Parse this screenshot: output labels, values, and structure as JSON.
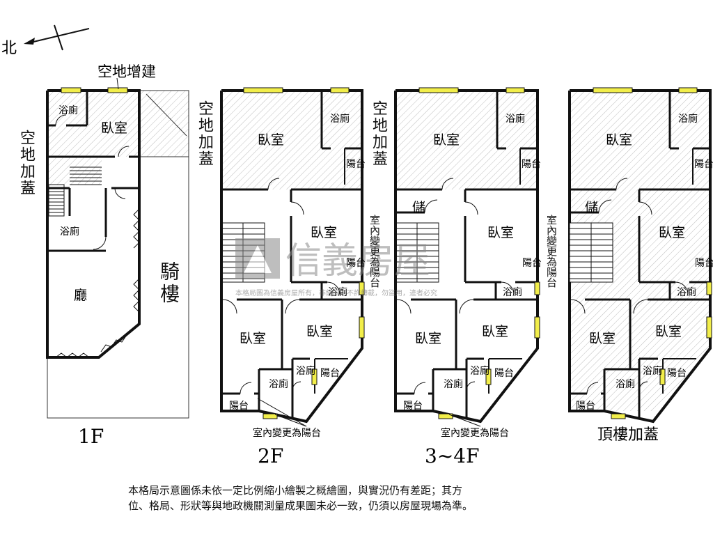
{
  "compass": {
    "north": "北"
  },
  "labels": {
    "empty_lot_extension": "空地增建",
    "empty_lot_addition": "空地加蓋",
    "toilet": "浴廁",
    "bedroom": "臥室",
    "living_room": "廳",
    "arcade": "騎樓",
    "balcony": "陽台",
    "storage": "儲",
    "indoor_to_balcony": "室內變更為陽台"
  },
  "floors": {
    "f1": "1F",
    "f2": "2F",
    "f3": "3~4F",
    "roof": "頂樓加蓋"
  },
  "watermark": {
    "brand": "信義房屋",
    "notice": "本格局圖為信義房屋所有，非經同意不許轉載，勿盜用，違者必究"
  },
  "disclaimer": {
    "line1": "本格局示意圖係未依一定比例縮小繪製之概繪圖，與實況仍有差距；其方",
    "line2": "位、格局、形狀等與地政機關測量成果圖未必一致，仍須以房屋現場為準。"
  },
  "colors": {
    "wall": "#111111",
    "window": "#f2ee4a",
    "hatch": "#b9b9b9",
    "watermark": "#8a8a8a"
  }
}
